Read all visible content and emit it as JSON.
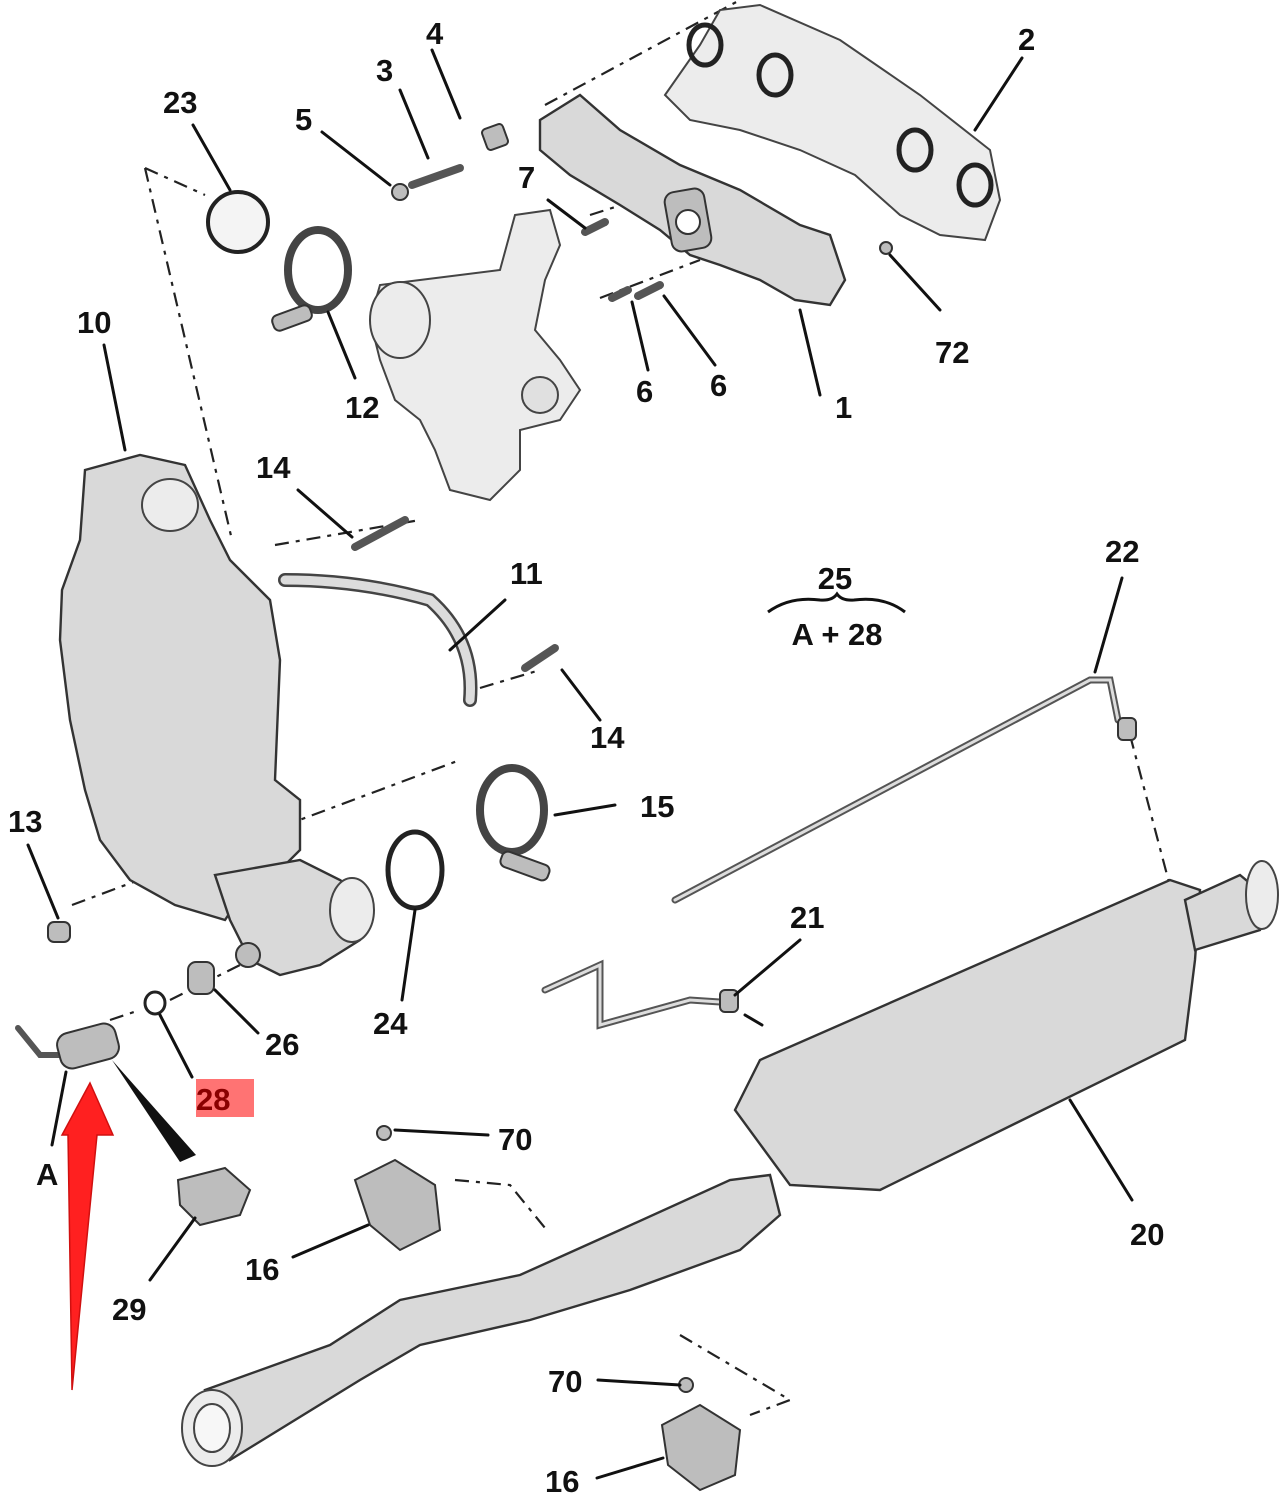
{
  "diagram": {
    "title": "Exhaust system exploded parts diagram",
    "highlight_color": "#ff5a5a",
    "arrow_color": "#ff2020",
    "labels": {
      "p1": "1",
      "p2": "2",
      "p3": "3",
      "p4": "4",
      "p5": "5",
      "p6a": "6",
      "p6b": "6",
      "p7": "7",
      "p10": "10",
      "p11": "11",
      "p12": "12",
      "p13": "13",
      "p14a": "14",
      "p14b": "14",
      "p15": "15",
      "p16a": "16",
      "p16b": "16",
      "p20": "20",
      "p21": "21",
      "p22": "22",
      "p23": "23",
      "p24": "24",
      "p26": "26",
      "p28": "28",
      "p29": "29",
      "p70a": "70",
      "p70b": "70",
      "p72": "72",
      "pA": "A"
    },
    "kit_note": {
      "number": "25",
      "formula": "A + 28"
    },
    "highlighted_part": "28",
    "arrow_points_to": "A"
  }
}
